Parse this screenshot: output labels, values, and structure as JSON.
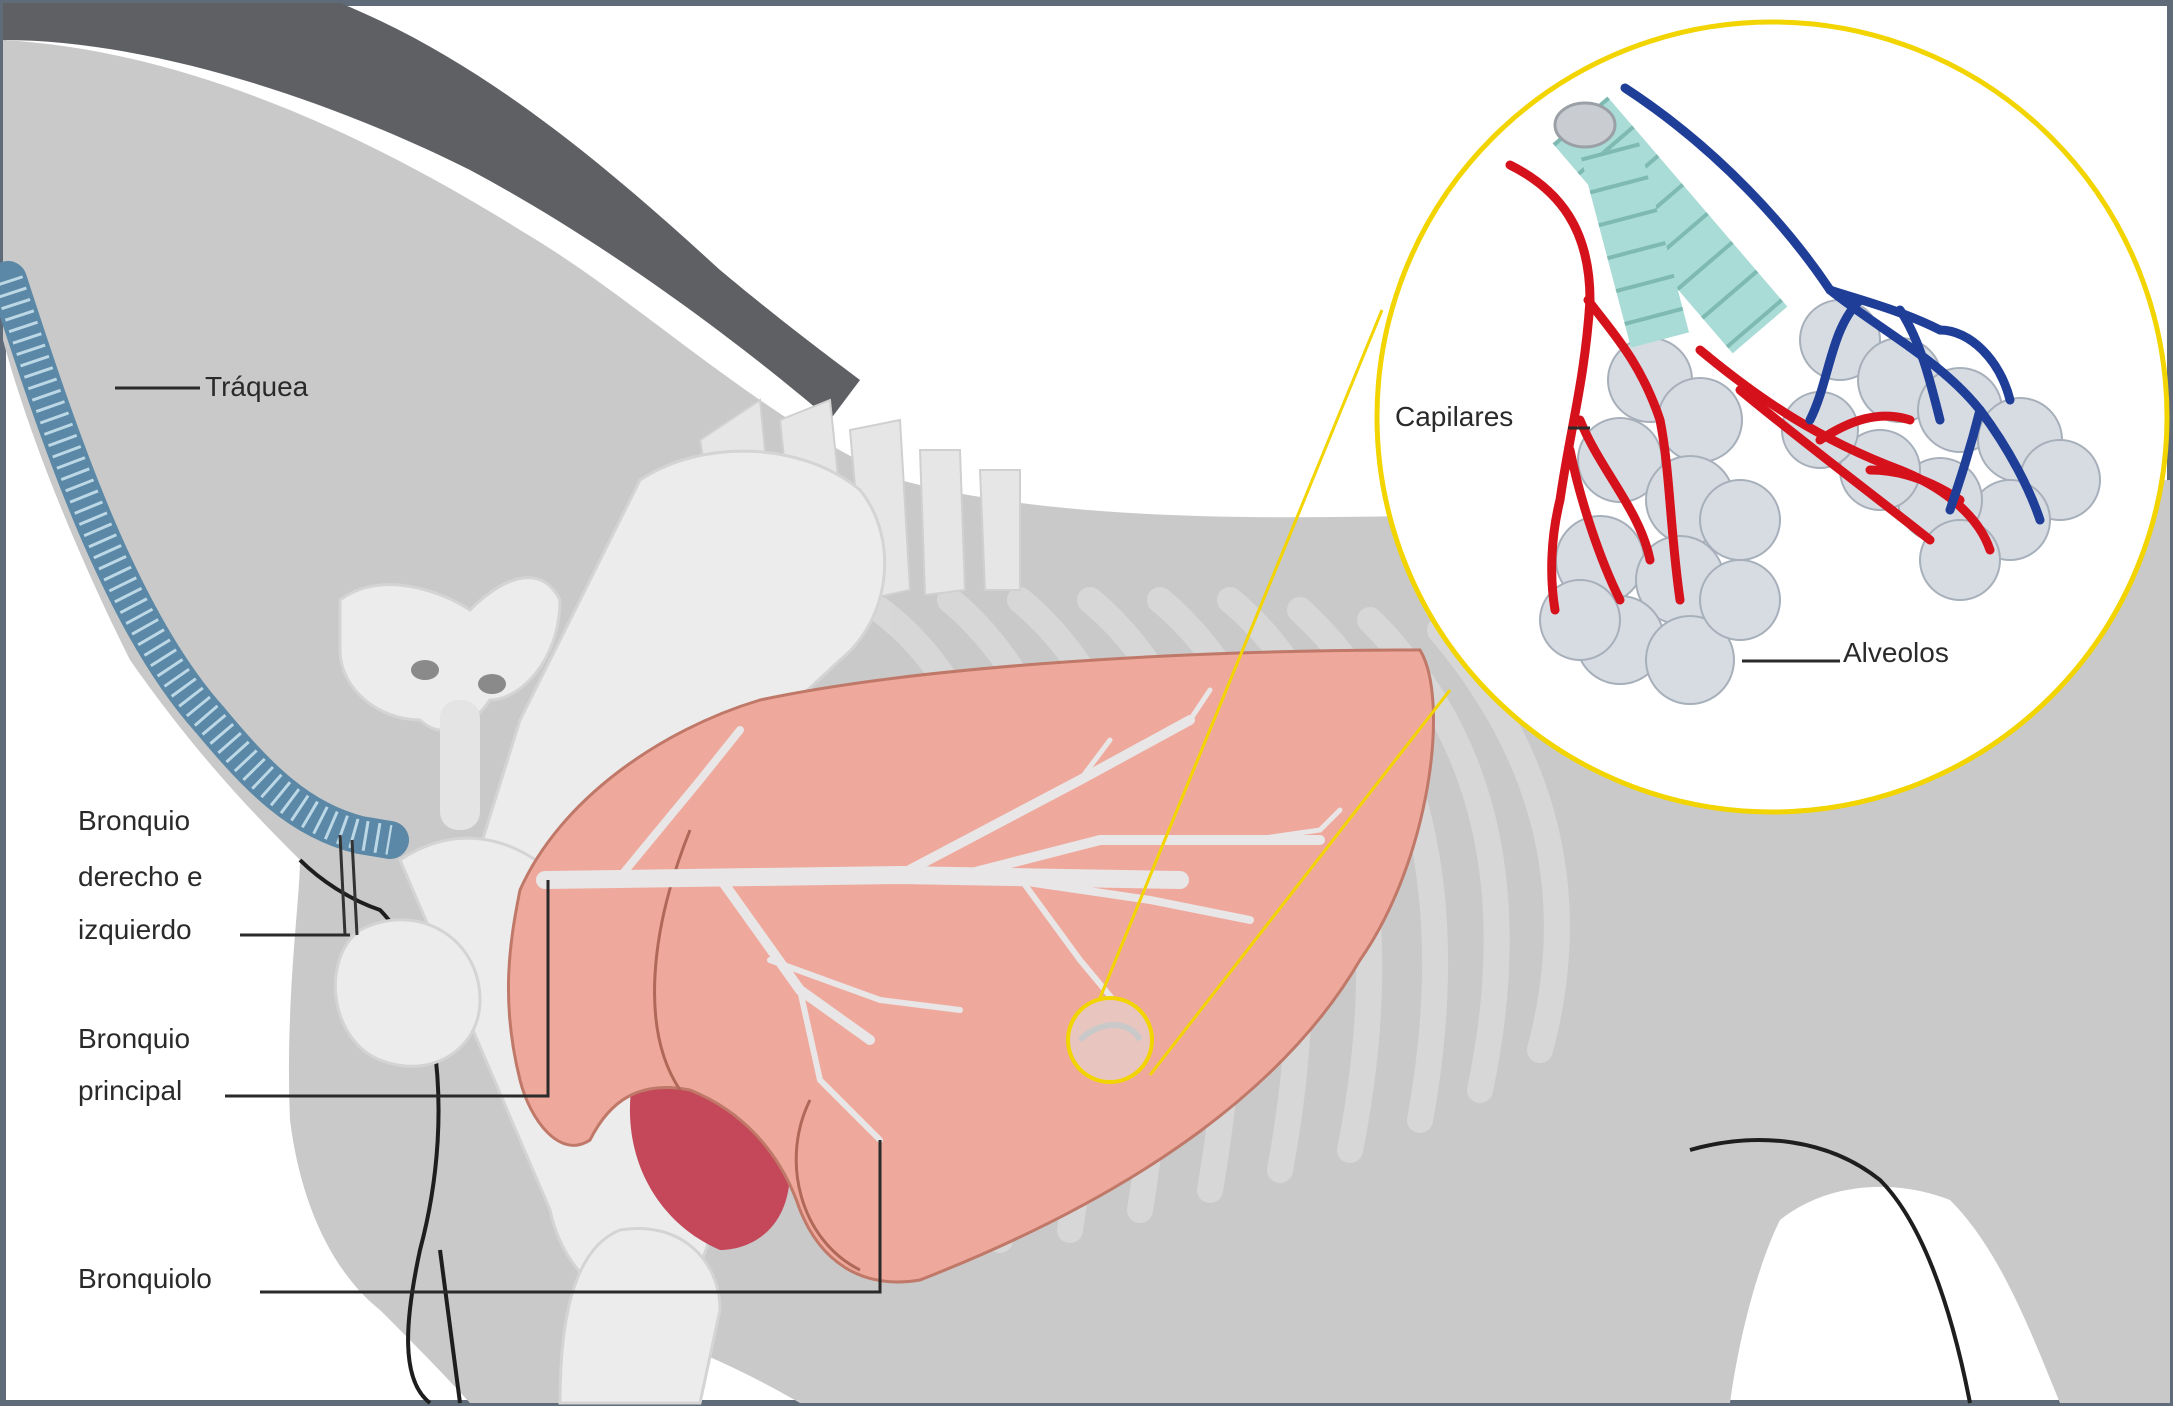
{
  "labels": {
    "trachea": "Tráquea",
    "bronchi_lr_1": "Bronquio",
    "bronchi_lr_2": "derecho e",
    "bronchi_lr_3": "izquierdo",
    "main_bronchus_1": "Bronquio",
    "main_bronchus_2": "principal",
    "bronchiole": "Bronquiolo",
    "capillaries": "Capilares",
    "alveoli": "Alveolos"
  },
  "colors": {
    "background": "#ffffff",
    "body": "#c9c9c9",
    "dark_back": "#5e6063",
    "bone": "#ececec",
    "lung": "#efa89c",
    "lung_outline": "#c07868",
    "trachea": "#bcd8e6",
    "trachea_ring": "#5a88a6",
    "zoom_circle": "#f2d400",
    "artery": "#d5121b",
    "vein": "#1f3e98",
    "alveoli": "#d7dce3",
    "bronchiole_teal": "#a9dcd6",
    "heart": "#c4485a"
  },
  "icons": [
    "magnifier-circle-icon"
  ]
}
